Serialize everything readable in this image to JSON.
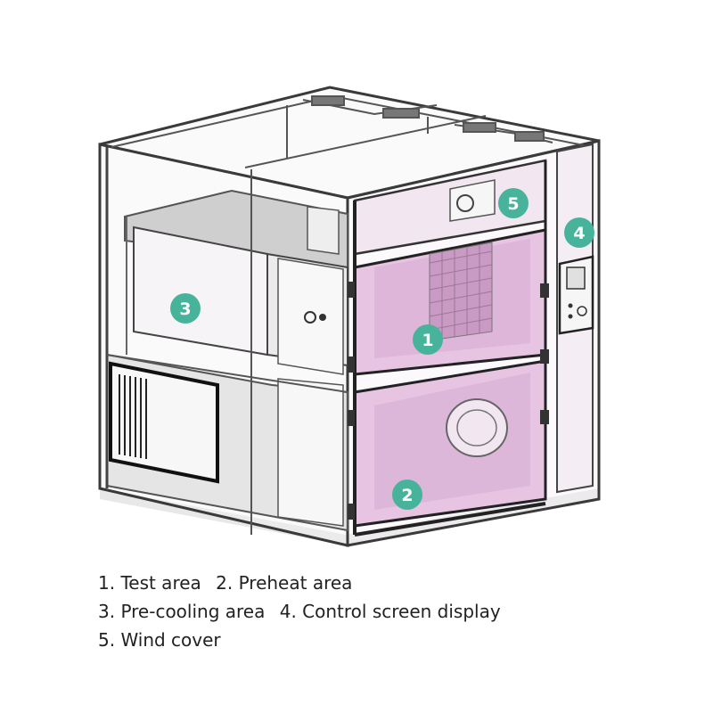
{
  "markers": [
    {
      "id": "1",
      "label": "1",
      "color": "#48b39b"
    },
    {
      "id": "2",
      "label": "2",
      "color": "#48b39b"
    },
    {
      "id": "3",
      "label": "3",
      "color": "#48b39b"
    },
    {
      "id": "4",
      "label": "4",
      "color": "#48b39b"
    },
    {
      "id": "5",
      "label": "5",
      "color": "#48b39b"
    }
  ],
  "legend": {
    "item1": "1. Test area",
    "item2": "2. Preheat area",
    "item3": "3. Pre-cooling area",
    "item4": "4. Control screen display",
    "item5": "5. Wind cover"
  },
  "colors": {
    "frame": "#3a3a3a",
    "chamber": "#e9c9e6",
    "chamber_dark": "#cfa7cc",
    "panel": "#f3f3f3",
    "marker": "#48b39b"
  }
}
